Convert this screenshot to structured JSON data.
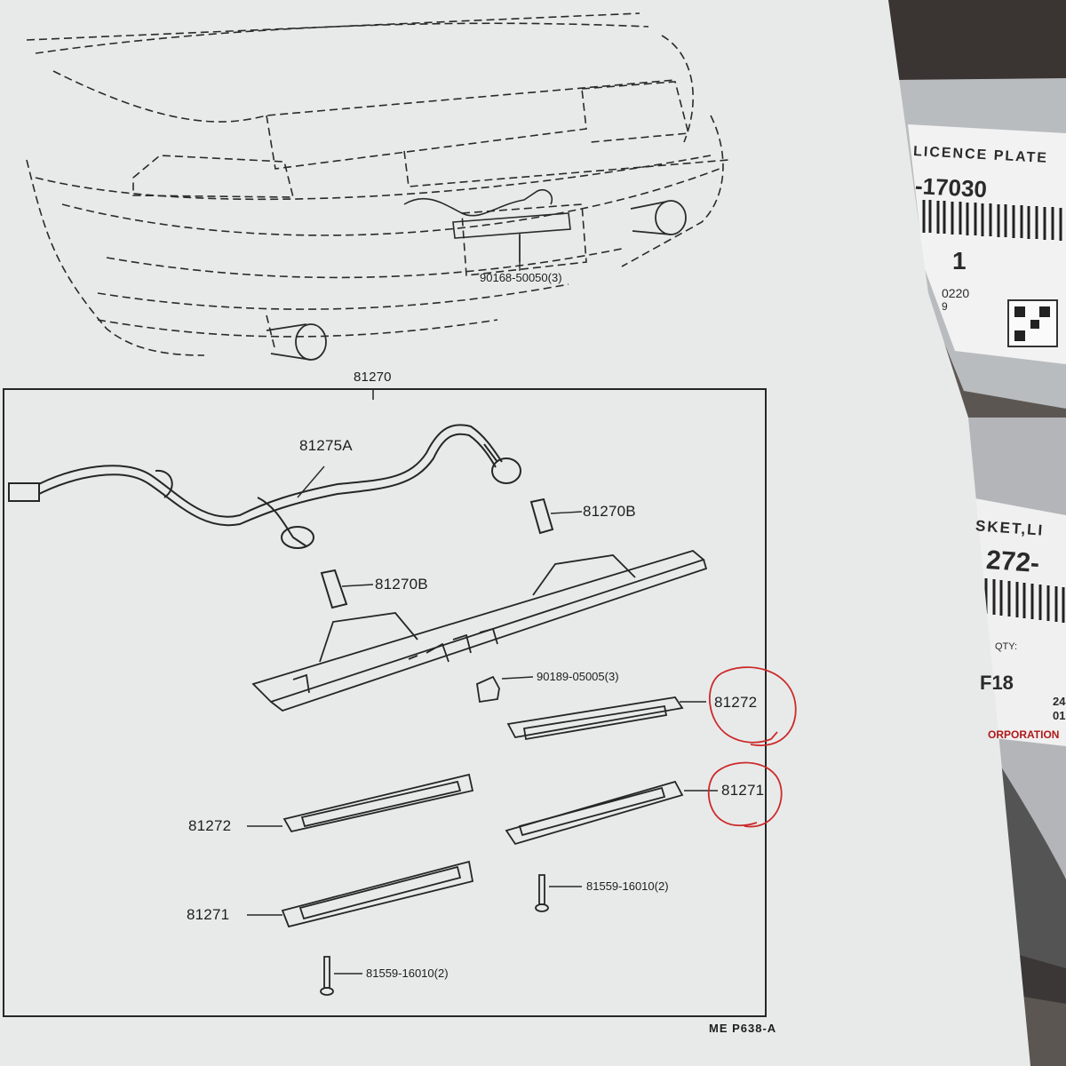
{
  "diagram": {
    "car_label": "90168-50050(3)",
    "assembly_label": "81270",
    "parts": {
      "harness": "81275A",
      "bulb_right": "81270B",
      "bulb_left": "81270B",
      "clip": "90189-05005(3)",
      "lens_right_circled": "81272",
      "lens_left": "81272",
      "gasket_right_circled": "81271",
      "gasket_left": "81271",
      "screw_right": "81559-16010(2)",
      "screw_left": "81559-16010(2)"
    },
    "page_code": "ME P638-A"
  },
  "package_top": {
    "line1": "LICENCE PLATE",
    "line2": "-17030",
    "qty": "1",
    "code_a": "0220",
    "code_b": "9"
  },
  "package_bottom": {
    "line1": "SKET,LI",
    "line2": "272-",
    "qty_label": "QTY:",
    "qty_value": "F18",
    "corp": "ORPORATION",
    "code_a": "24",
    "code_b": "01"
  },
  "colors": {
    "paper": "#e9ebeb",
    "ink": "#222222",
    "red_circle": "#cc2a2a"
  }
}
